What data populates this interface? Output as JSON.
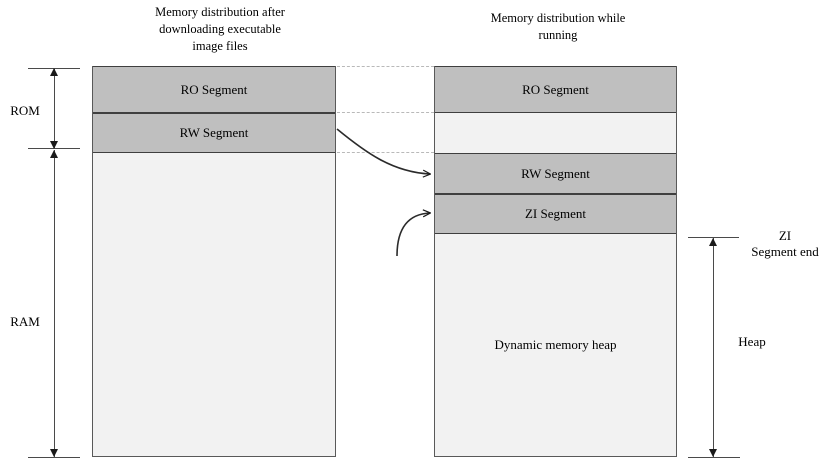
{
  "diagram": {
    "titles": {
      "left": "Memory distribution after\ndownloading executable\nimage files",
      "right": "Memory distribution while\nrunning"
    },
    "left_column": {
      "segments": [
        {
          "label": "RO Segment",
          "fill": "#bfbfbf"
        },
        {
          "label": "RW Segment",
          "fill": "#bfbfbf"
        },
        {
          "label": "",
          "fill": "#f2f2f2"
        }
      ]
    },
    "right_column": {
      "segments": [
        {
          "label": "RO Segment",
          "fill": "#bfbfbf"
        },
        {
          "label": "",
          "fill": "#f2f2f2"
        },
        {
          "label": "RW Segment",
          "fill": "#bfbfbf"
        },
        {
          "label": "ZI Segment",
          "fill": "#bfbfbf"
        },
        {
          "label": "Dynamic memory heap",
          "fill": "#f2f2f2"
        }
      ]
    },
    "measures": {
      "rom": "ROM",
      "ram": "RAM",
      "zi_segment_end": "ZI\nSegment end",
      "heap": "Heap"
    },
    "colors": {
      "segment_fill": "#bfbfbf",
      "free_fill": "#f2f2f2",
      "border": "#3f3f3f",
      "guide_line": "#b9b9b9",
      "arrow": "#1a1a1a",
      "background": "#ffffff"
    }
  }
}
